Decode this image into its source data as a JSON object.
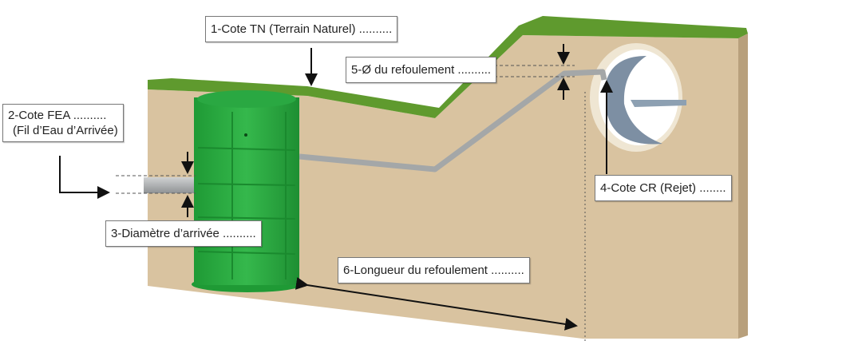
{
  "labels": {
    "cote_tn": "1-Cote TN (Terrain Naturel) ..........",
    "cote_fea": "2-Cote FEA ..........",
    "cote_fea_sub": "(Fil d’Eau d’Arrivée)",
    "diametre_arrivee": "3-Diamètre d’arrivée ..........",
    "cote_cr": "4-Cote CR (Rejet) ........",
    "diametre_refoulement": "5-Ø du refoulement ..........",
    "longueur_refoulement": "6-Longueur du refoulement .........."
  },
  "colors": {
    "soil": "#d9c3a0",
    "soil_side": "#b8a07c",
    "grass": "#5f9a2e",
    "tank": "#2fae45",
    "pipe": "#a9acad"
  }
}
